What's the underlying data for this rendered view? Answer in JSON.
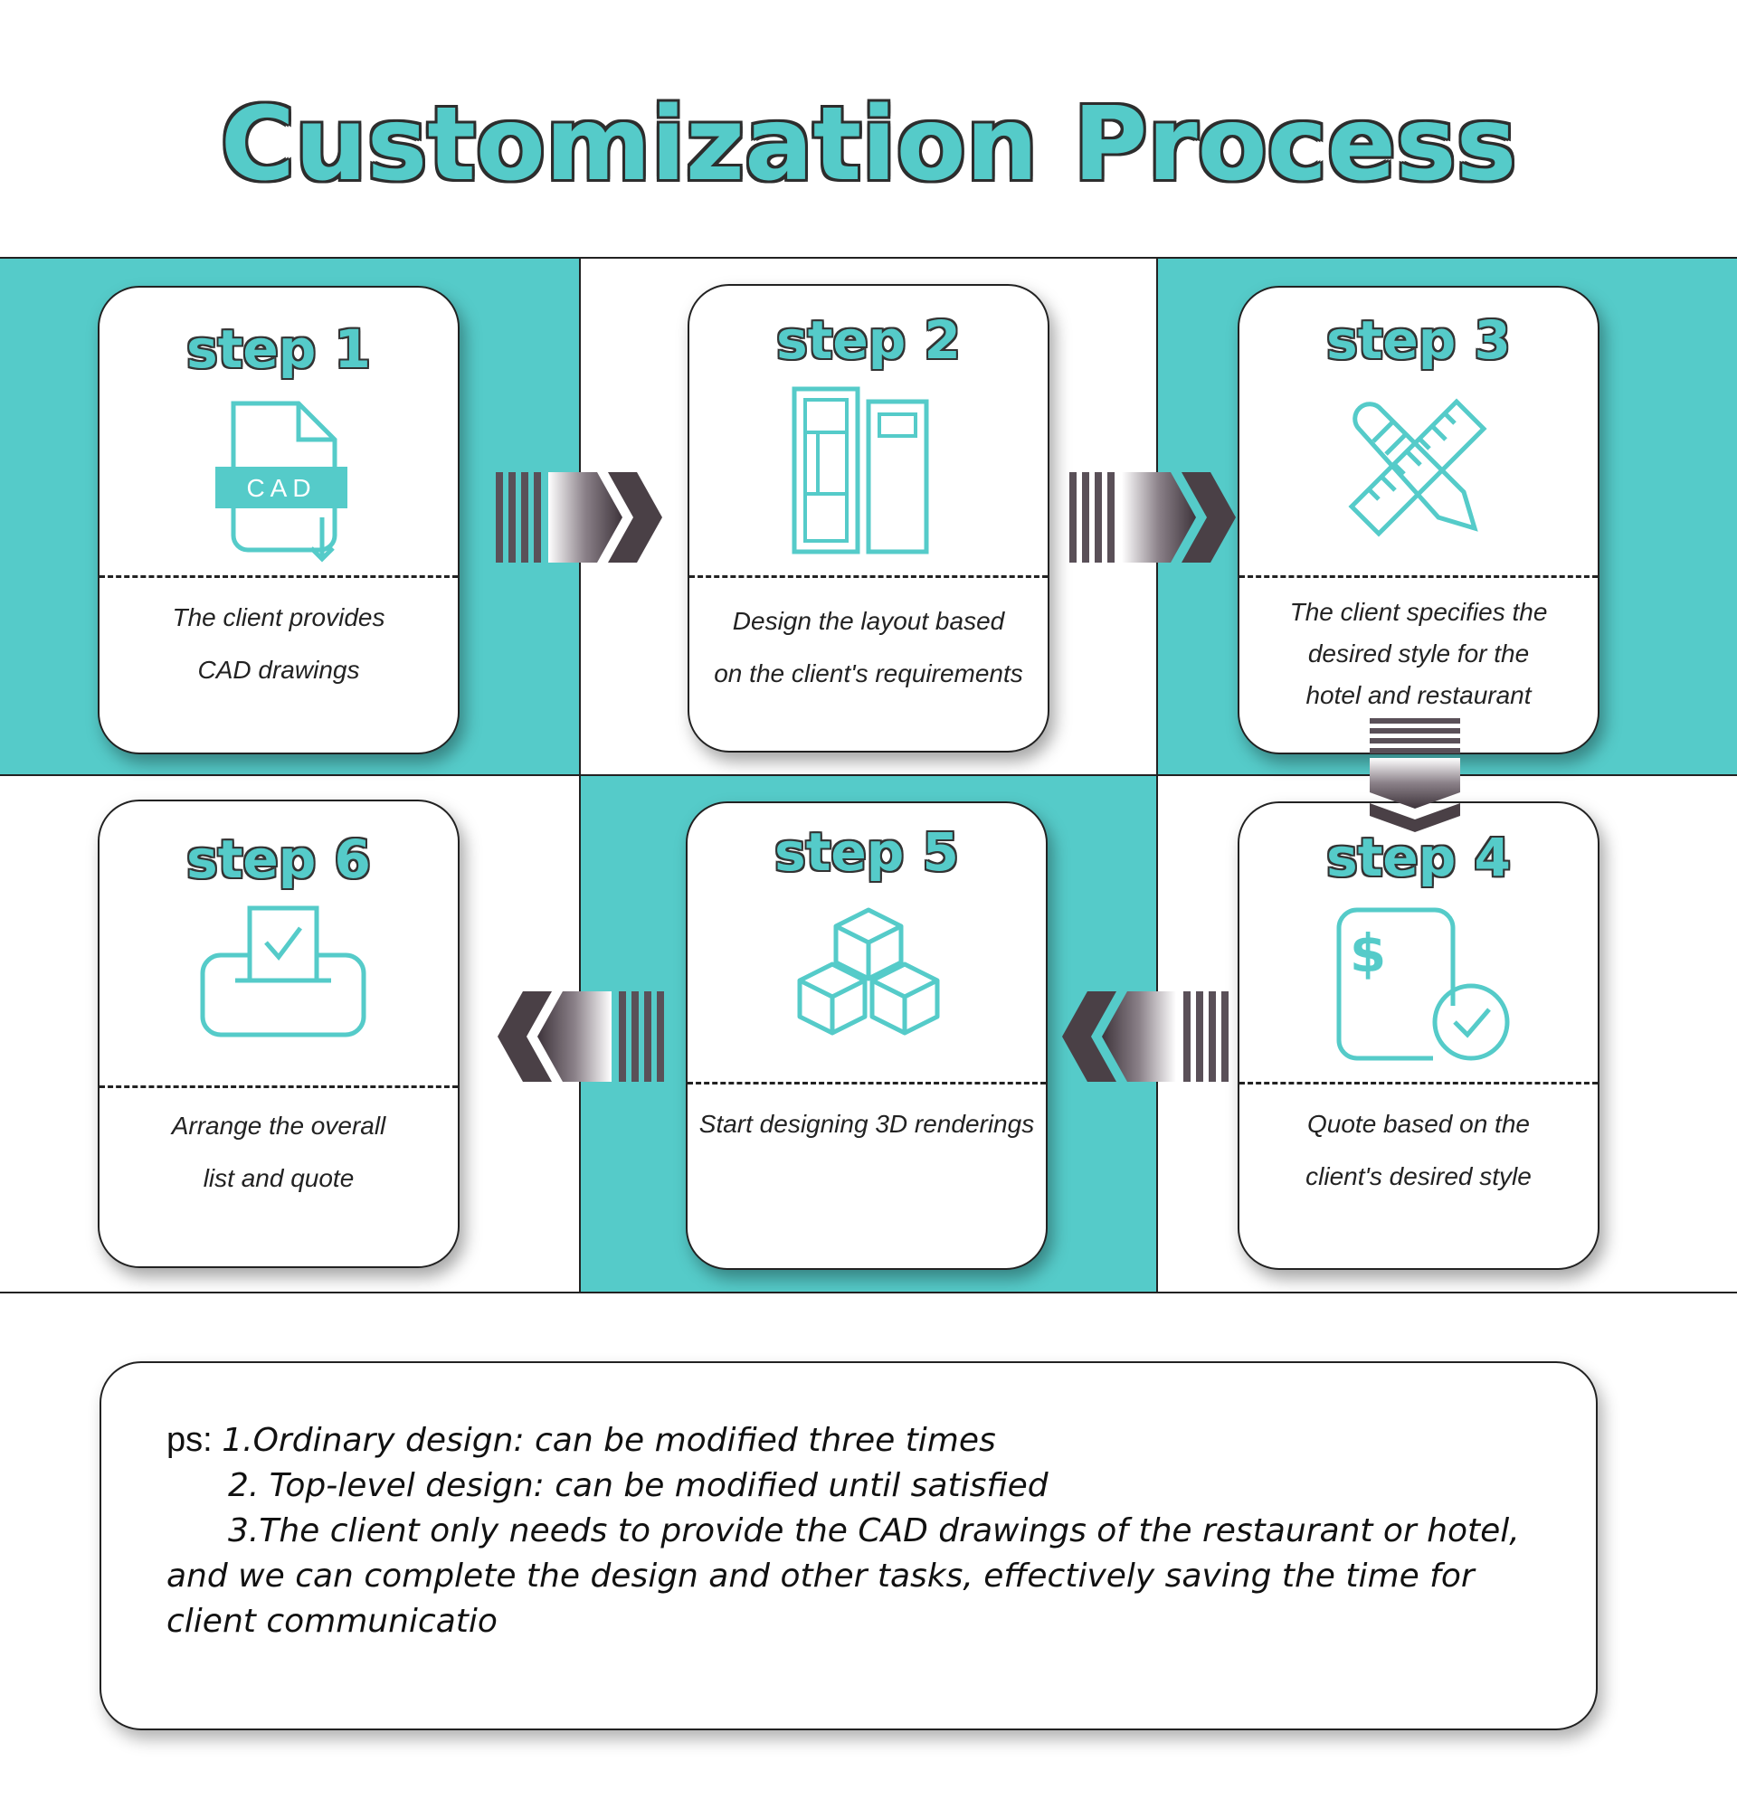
{
  "title": "Customization Process",
  "colors": {
    "accent": "#55cbc9",
    "arrow_dark": "#4a4046",
    "outline": "#222222"
  },
  "steps": [
    {
      "label": "step 1",
      "icon": "cad-file-icon",
      "description": [
        "The client provides",
        "CAD drawings"
      ]
    },
    {
      "label": "step 2",
      "icon": "layout-plan-icon",
      "description": [
        "Design the layout based",
        "on the client's requirements"
      ]
    },
    {
      "label": "step 3",
      "icon": "pencil-ruler-icon",
      "description": [
        "The client specifies the",
        "desired style for the",
        "hotel and restaurant"
      ]
    },
    {
      "label": "step 4",
      "icon": "dollar-check-icon",
      "description": [
        "Quote based on the",
        "client's desired style"
      ]
    },
    {
      "label": "step 5",
      "icon": "cubes-icon",
      "description": [
        "Start designing 3D renderings"
      ]
    },
    {
      "label": "step 6",
      "icon": "ballot-box-icon",
      "description": [
        "Arrange the overall",
        "list and quote"
      ]
    }
  ],
  "cad_label": "CAD",
  "dollar_symbol": "$",
  "note": {
    "prefix": "ps: ",
    "line1": "1.Ordinary design: can be modified three times",
    "line2": "2. Top-level design: can be modified until satisfied",
    "line3": "3.The client only needs to provide the CAD drawings of the restaurant or hotel,",
    "line4": "and we can complete the design and other tasks, effectively saving the time for",
    "line5": "client communicatio"
  }
}
